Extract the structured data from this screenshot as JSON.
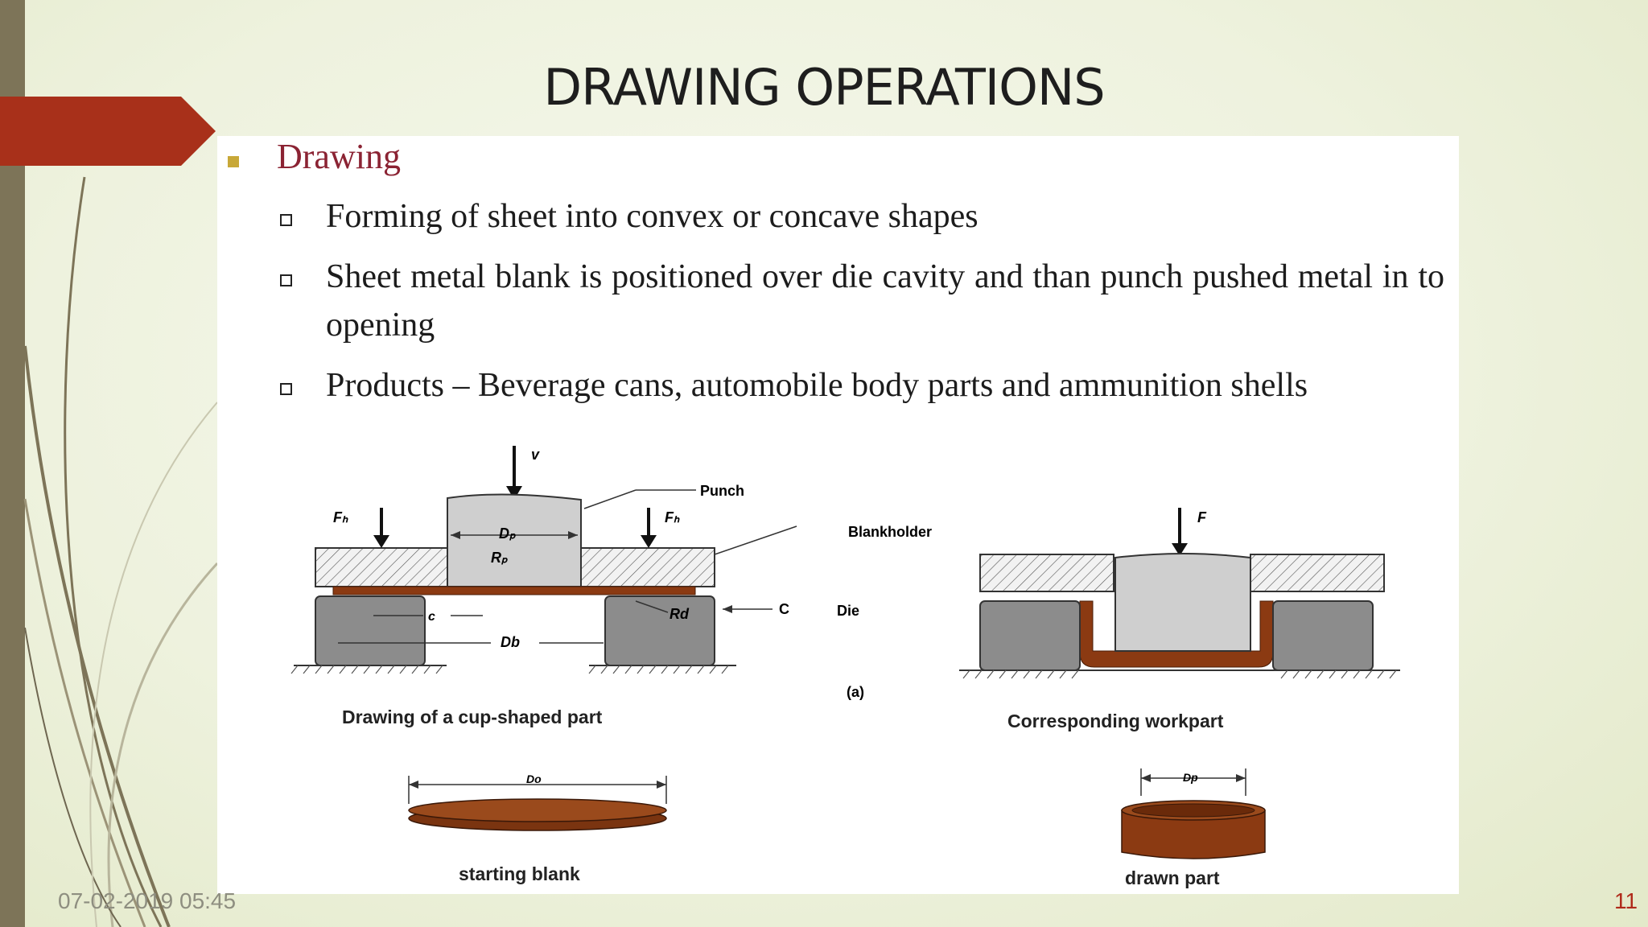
{
  "slide": {
    "title": "DRAWING OPERATIONS",
    "date": "07-02-2019 05:45",
    "page_number": "11"
  },
  "content": {
    "heading": "Drawing",
    "bullets": [
      "Forming of sheet into convex or concave shapes",
      "Sheet metal blank is positioned over die cavity and than punch pushed metal in to opening",
      "Products – Beverage cans, automobile body parts and ammunition shells"
    ]
  },
  "figure": {
    "labels": {
      "v": "v",
      "punch": "Punch",
      "fh_left": "Fₕ",
      "fh_right": "Fₕ",
      "dp": "Dₚ",
      "rp": "Rₚ",
      "blankholder": "Blankholder",
      "c": "c",
      "rd": "Rd",
      "c_right": "C",
      "die": "Die",
      "db": "Db",
      "a": "(a)",
      "f": "F",
      "caption_left": "Drawing of a cup-shaped part",
      "caption_right": "Corresponding workpart",
      "do": "Do",
      "dp2": "Dp",
      "starting_blank": "starting blank",
      "drawn_part": "drawn part"
    }
  },
  "colors": {
    "accent_red": "#a8301a",
    "heading_red": "#8b2333",
    "bullet_gold": "#c8a838",
    "sheet_brown": "#8b3a12",
    "die_gray": "#8c8c8c",
    "punch_gray": "#cfcfcf"
  }
}
